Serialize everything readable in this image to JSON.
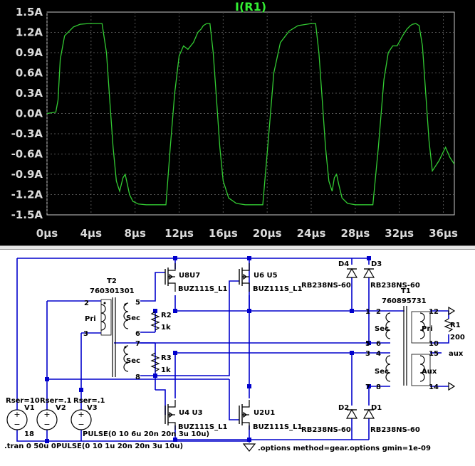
{
  "colors": {
    "trace": "#33cc33",
    "title": "#33ee33",
    "wire": "#0000cc"
  },
  "chart_data": {
    "type": "line",
    "title": "I(R1)",
    "yticks": [
      "1.5A",
      "1.2A",
      "0.9A",
      "0.6A",
      "0.3A",
      "0.0A",
      "-0.3A",
      "-0.6A",
      "-0.9A",
      "-1.2A",
      "-1.5A"
    ],
    "xticks": [
      "0µs",
      "4µs",
      "8µs",
      "12µs",
      "16µs",
      "20µs",
      "24µs",
      "28µs",
      "32µs",
      "36µs"
    ],
    "xlim": [
      0,
      37
    ],
    "ylim": [
      -1.5,
      1.5
    ],
    "series": [
      {
        "x": [
          0,
          0.8,
          1.0,
          1.2,
          1.6,
          2.4,
          3.0,
          3.8,
          5.0,
          5.4,
          5.7,
          6.0,
          6.3,
          6.6,
          6.9,
          7.1,
          7.3,
          7.5,
          7.8,
          8.3,
          9.0,
          10.8,
          11.2,
          11.6,
          12.0,
          12.4,
          12.8,
          13.3,
          13.7,
          14.0,
          14.2,
          14.5,
          14.8,
          15.1,
          15.4,
          15.7,
          16.0,
          16.5,
          17.2,
          18.0,
          19.6,
          20.1,
          20.6,
          21.2,
          22.0,
          22.8,
          24.0,
          24.4,
          24.7,
          25.0,
          25.3,
          25.6,
          25.9,
          26.1,
          26.3,
          26.5,
          26.8,
          27.3,
          28.0,
          29.6,
          30.1,
          30.6,
          31.0,
          31.4,
          31.8,
          32.3,
          32.7,
          33.0,
          33.2,
          33.5,
          33.8,
          34.1,
          34.4,
          34.7,
          35.0,
          35.6,
          36.2,
          36.6,
          37.0
        ],
        "y": [
          0.0,
          0.02,
          0.2,
          0.8,
          1.15,
          1.28,
          1.32,
          1.33,
          1.33,
          0.9,
          0.2,
          -0.5,
          -1.0,
          -1.15,
          -0.95,
          -0.9,
          -1.05,
          -1.2,
          -1.3,
          -1.34,
          -1.35,
          -1.35,
          -0.5,
          0.3,
          0.85,
          1.0,
          0.95,
          1.05,
          1.2,
          1.25,
          1.3,
          1.33,
          1.33,
          0.9,
          0.2,
          -0.5,
          -1.0,
          -1.25,
          -1.33,
          -1.35,
          -1.35,
          -0.4,
          0.6,
          1.05,
          1.22,
          1.3,
          1.33,
          1.33,
          0.9,
          0.2,
          -0.5,
          -1.0,
          -1.15,
          -0.95,
          -0.9,
          -1.05,
          -1.25,
          -1.33,
          -1.35,
          -1.35,
          -0.5,
          0.5,
          0.9,
          1.0,
          1.0,
          1.15,
          1.25,
          1.3,
          1.32,
          1.33,
          1.3,
          1.0,
          0.3,
          -0.4,
          -0.85,
          -0.7,
          -0.5,
          -0.65,
          -0.75
        ]
      }
    ]
  },
  "schematic": {
    "labels": {
      "t2": "T2",
      "t2_part": "760301301",
      "pin2": "2",
      "pin3": "3",
      "pri": "Pri",
      "pin5": "5",
      "pin6": "6",
      "pin7": "7",
      "pin8": "8",
      "sec1": "Sec",
      "sec2": "Sec",
      "r2": "R2",
      "r2v": "1k",
      "r3": "R3",
      "r3v": "1k",
      "u8u7": "U8U7",
      "u6u5": "U6 U5",
      "u4u3": "U4 U3",
      "u2u1": "U2U1",
      "buz1": "BUZ111S_L1",
      "buz2": "BUZ111S_L1",
      "buz3": "BUZ111S_L1",
      "buz4": "BUZ111S_L1",
      "d4": "D4",
      "d3": "D3",
      "d2": "D2",
      "d1": "D1",
      "rb1": "RB238NS-60",
      "rb2": "RB238NS-60",
      "rb3": "RB238NS-60",
      "rb4": "RB238NS-60",
      "t1": "T1",
      "t1_part": "760895731",
      "p1": "1",
      "p2": "2",
      "p5": "5",
      "p6": "6",
      "p3": "3",
      "p4": "4",
      "p7": "7",
      "p8": "8",
      "sec3": "Sec",
      "sec4": "Sec",
      "pri2": "Pri",
      "aux": "Aux",
      "p12": "12",
      "p10": "10",
      "p15": "15",
      "p14": "14",
      "r1": "R1",
      "r1v": "200",
      "auxnet": "aux",
      "v1": "V1",
      "v2": "V2",
      "v3": "V3",
      "rser1": "Rser=10",
      "rser2": "Rser=.1",
      "rser3": "Rser=.1",
      "v1val": "18",
      "v2val": "PULSE(0 10 6u 20n 20n 3u 10u)",
      "v3val": "PULSE(0 10 1u 20n 20n 3u 10u)",
      "tran": ".tran 0 50u 0",
      "options": ".options method=gear.options gmin=1e-09"
    }
  }
}
